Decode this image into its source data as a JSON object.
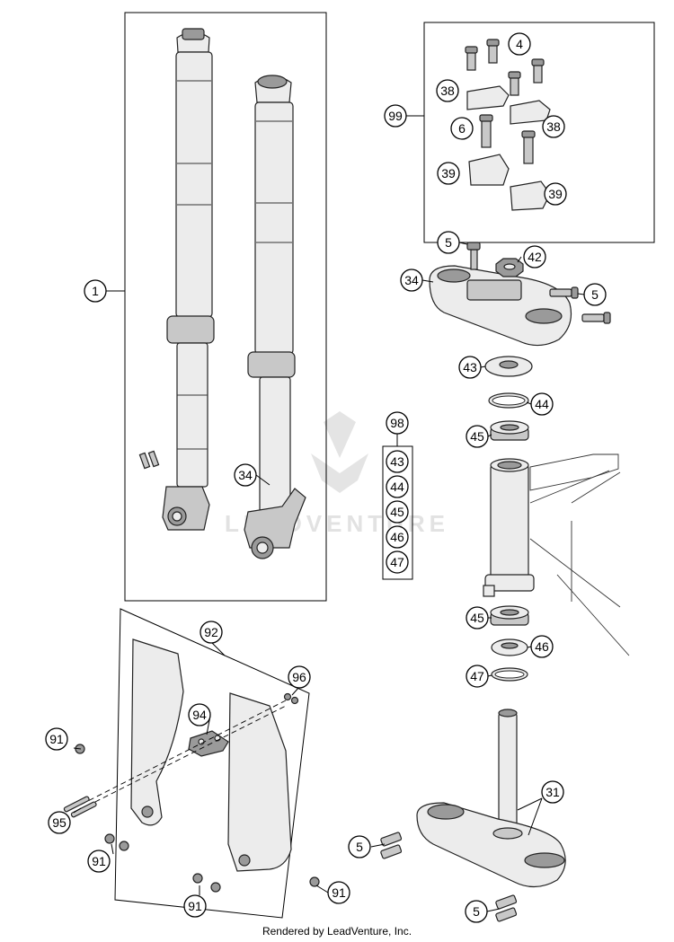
{
  "watermark": {
    "text": "LEADVENTURE"
  },
  "footer": {
    "text": "Rendered by LeadVenture, Inc."
  },
  "callouts": {
    "c1": "1",
    "c4": "4",
    "c38a": "38",
    "c99": "99",
    "c6": "6",
    "c38b": "38",
    "c39a": "39",
    "c39b": "39",
    "c5a": "5",
    "c42": "42",
    "c34a": "34",
    "c5b": "5",
    "c43a": "43",
    "c44a": "44",
    "c98": "98",
    "c45a": "45",
    "c34b": "34",
    "k43": "43",
    "k44": "44",
    "k45": "45",
    "k46": "46",
    "k47": "47",
    "c45b": "45",
    "c46": "46",
    "c47": "47",
    "c92": "92",
    "c96": "96",
    "c94": "94",
    "c91a": "91",
    "c95": "95",
    "c91b": "91",
    "c91c": "91",
    "c91d": "91",
    "c31": "31",
    "c5c": "5",
    "c5d": "5"
  }
}
